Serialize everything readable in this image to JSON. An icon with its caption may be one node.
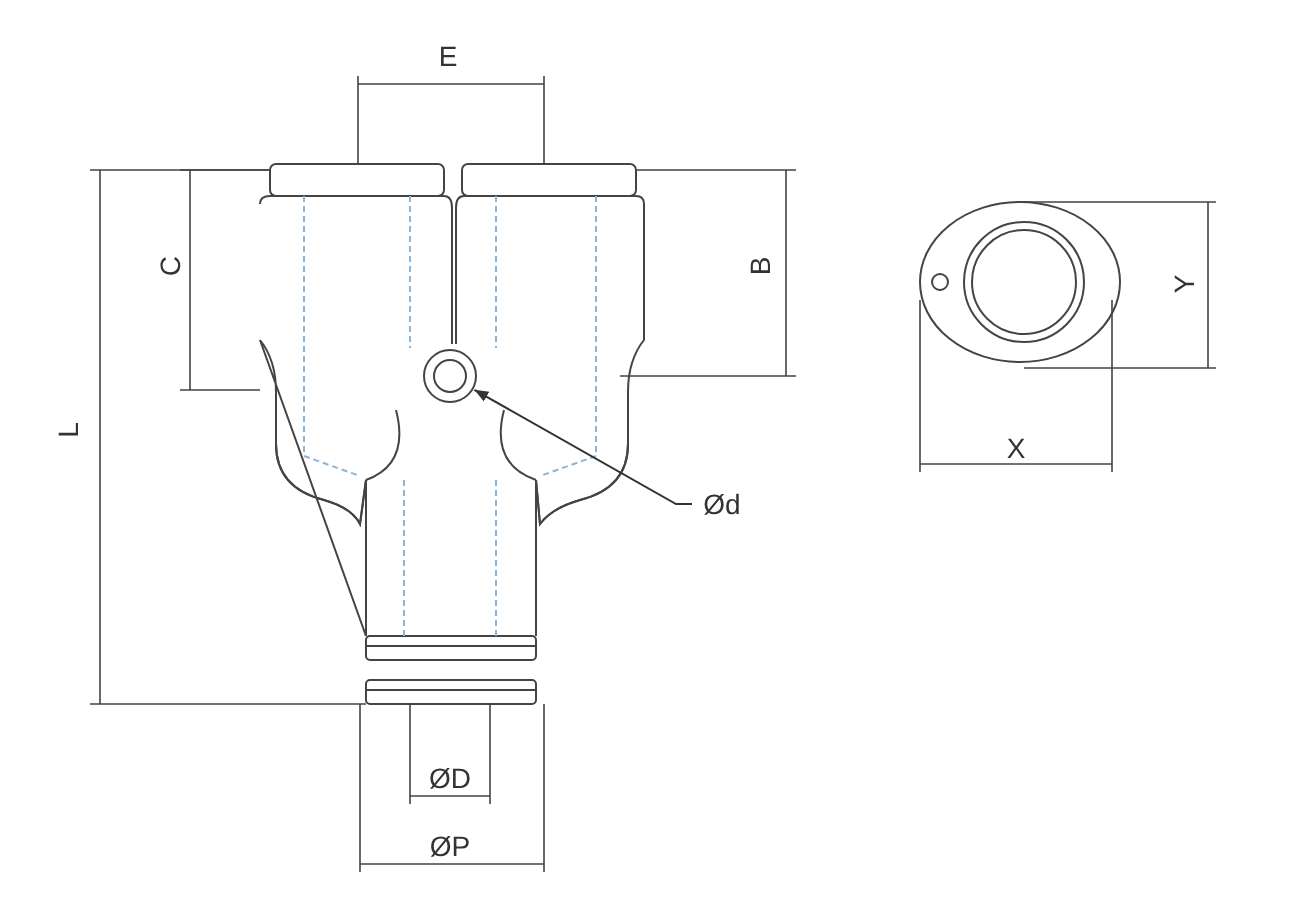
{
  "diagram": {
    "nodes": [
      {
        "text": [
          "Ød"
        ]
      },
      {
        "text": [],
        "shape": "circle"
      }
    ],
    "edges": [
      {
        "from": 0,
        "to": 1,
        "arrow": "to"
      }
    ],
    "labels": [
      "E",
      "C",
      "L",
      "B",
      "Y",
      "X",
      "ØD",
      "ØP"
    ]
  }
}
